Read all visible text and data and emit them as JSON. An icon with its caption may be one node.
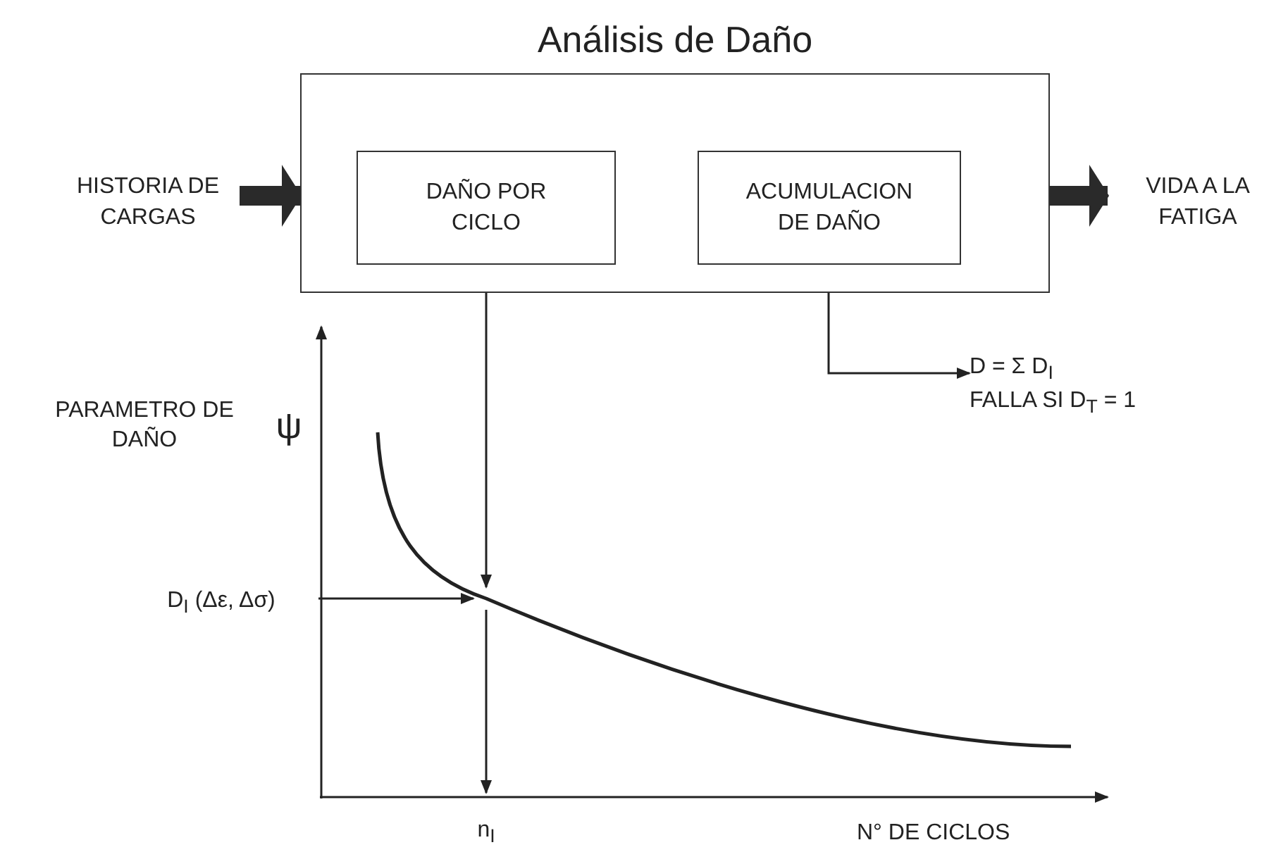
{
  "diagram": {
    "nodes": [
      {
        "text": [
          "Análisis de Daño"
        ]
      },
      {
        "text": [
          "DAÑO POR CICLO"
        ],
        "in": 0
      },
      {
        "text": [
          "ACUMULACION DE DAÑO"
        ],
        "in": 0
      },
      {
        "text": [
          "HISTORIA DE CARGAS"
        ]
      },
      {
        "text": [
          "VIDA A LA FATIGA"
        ]
      },
      {
        "text": [
          "D = Σ D$_{I}$",
          "FALLA SI D$_{T}$ = 1"
        ]
      },
      {
        "text": [],
        "shape": "curve"
      },
      {
        "text": [
          "D$_{I}$ (Δε, Δσ)"
        ]
      }
    ],
    "edges": [
      {
        "from": 3,
        "to": 0,
        "arrow": "to",
        "style": "thick"
      },
      {
        "from": 0,
        "to": 4,
        "arrow": "to",
        "style": "thick"
      },
      {
        "from": 1,
        "to": 6,
        "arrow": "to"
      },
      {
        "from": 2,
        "to": 5,
        "arrow": "to"
      },
      {
        "from": 7,
        "to": 6,
        "arrow": "to"
      },
      {
        "from": 6,
        "to": null,
        "arrow": "to"
      }
    ],
    "labels": [
      "PARAMETRO DE DAÑO",
      "ψ",
      "n$_{I}$",
      "N° DE CICLOS"
    ]
  }
}
